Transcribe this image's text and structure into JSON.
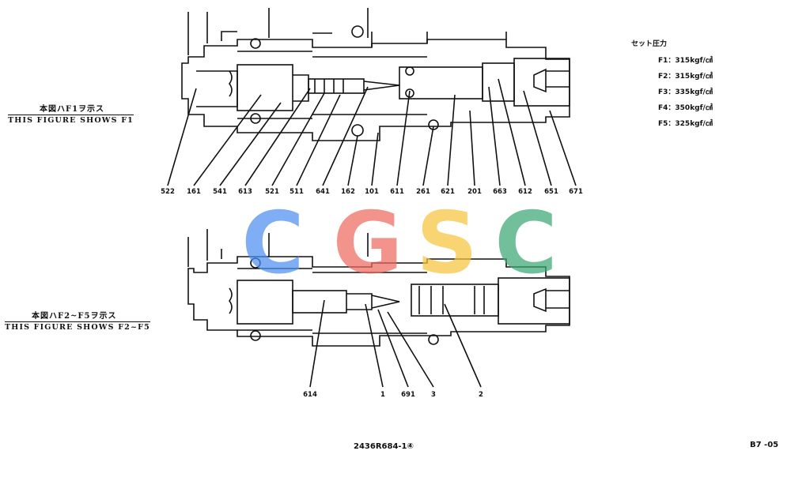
{
  "caption_top": {
    "ja": "本図ハF1ヲ示ス",
    "en": "THIS FIGURE SHOWS F1"
  },
  "caption_bottom": {
    "ja": "本図ハF2~F5ヲ示ス",
    "en": "THIS FIGURE SHOWS F2~F5"
  },
  "pressure": {
    "heading": "セット圧力",
    "rows": [
      "F1：315kgf/㎠",
      "F2：315kgf/㎠",
      "F3：335kgf/㎠",
      "F4：350kgf/㎠",
      "F5：325kgf/㎠"
    ]
  },
  "top_parts": [
    "522",
    "161",
    "541",
    "613",
    "521",
    "511",
    "641",
    "162",
    "101",
    "611",
    "261",
    "621",
    "201",
    "663",
    "612",
    "651",
    "671"
  ],
  "bottom_parts": [
    "614",
    "1",
    "691",
    "3",
    "2"
  ],
  "watermark": {
    "text": [
      "C",
      "G",
      "S",
      "C"
    ],
    "colors": [
      "#4d8ff0",
      "#ee6b5f",
      "#f5c33b",
      "#3aa874"
    ]
  },
  "drawing_number": "2436R684-1④",
  "page_number": "B7 -05"
}
